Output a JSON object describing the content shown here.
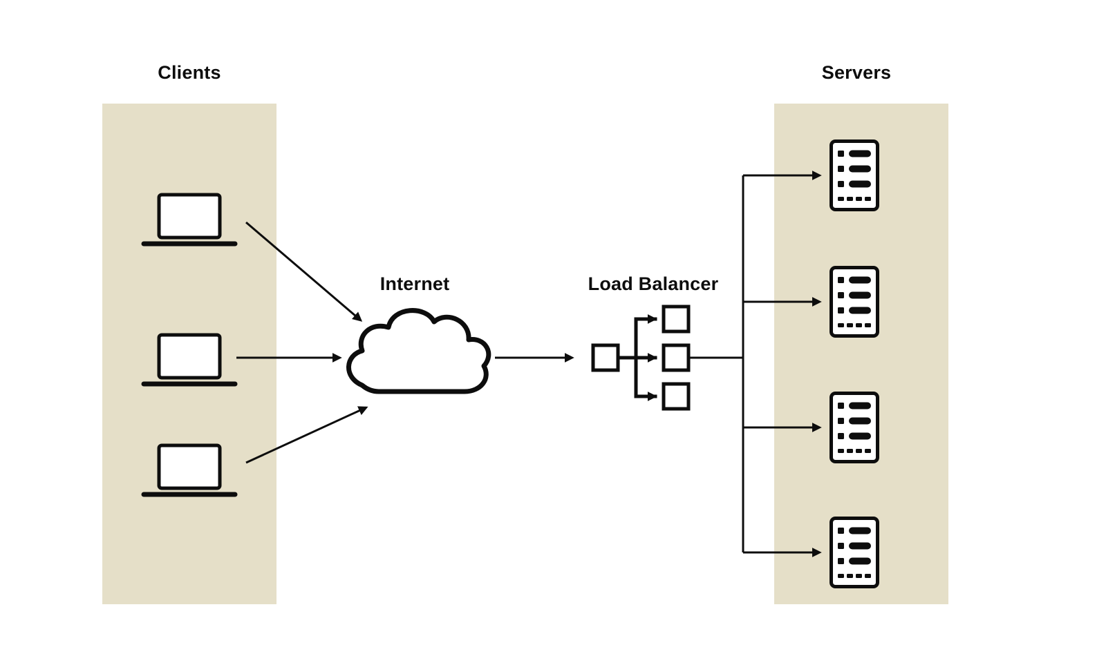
{
  "diagram": {
    "labels": {
      "clients": "Clients",
      "servers": "Servers",
      "internet": "Internet",
      "load_balancer": "Load Balancer"
    },
    "counts": {
      "clients": 3,
      "servers": 4,
      "load_balancer_outputs": 3
    },
    "colors": {
      "background": "#ffffff",
      "column_bg": "#e5dfc8",
      "line": "#0d0d0d"
    }
  }
}
